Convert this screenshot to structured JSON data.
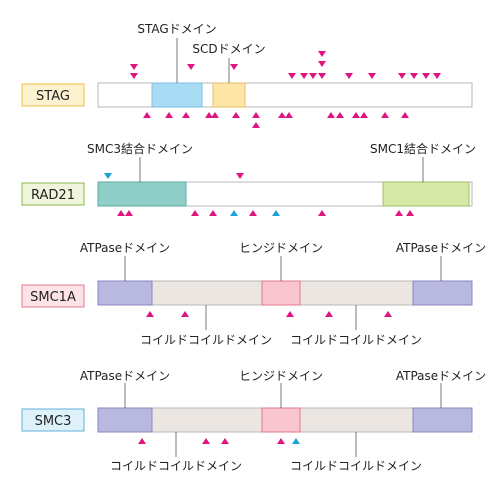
{
  "colors": {
    "mutation_magenta": "#e0157f",
    "mutation_cyan": "#1aa3d9",
    "label_stag_fill": "#fdf2d0",
    "label_stag_stroke": "#f0c040",
    "label_rad21_fill": "#eef5dc",
    "label_rad21_stroke": "#8fb84a",
    "label_smc1a_fill": "#fde3e8",
    "label_smc1a_stroke": "#e07a8c",
    "label_smc3_fill": "#dff1fb",
    "label_smc3_stroke": "#5fb0dd",
    "stag_domain": "#a8dcf5",
    "scd_domain": "#fde6a8",
    "rad21_smc3_domain": "#8fcfc8",
    "rad21_smc1_domain": "#d5e8a8",
    "atpase_domain": "#b8b8e0",
    "coiled_coil": "#ece6e2",
    "hinge_domain": "#f9c5cf"
  },
  "proteins": [
    {
      "name": "STAG",
      "domain_labels": [
        "STAGドメイン",
        "SCDドメイン"
      ]
    },
    {
      "name": "RAD21",
      "domain_labels": [
        "SMC3結合ドメイン",
        "SMC1結合ドメイン"
      ]
    },
    {
      "name": "SMC1A",
      "domain_labels": [
        "ATPaseドメイン",
        "ヒンジドメイン",
        "ATPaseドメイン"
      ],
      "coil_labels": [
        "コイルドコイルドメイン",
        "コイルドコイルドメイン"
      ]
    },
    {
      "name": "SMC3",
      "domain_labels": [
        "ATPaseドメイン",
        "ヒンジドメイン",
        "ATPaseドメイン"
      ],
      "coil_labels": [
        "コイルドコイルドメイン",
        "コイルドコイルドメイン"
      ]
    }
  ]
}
